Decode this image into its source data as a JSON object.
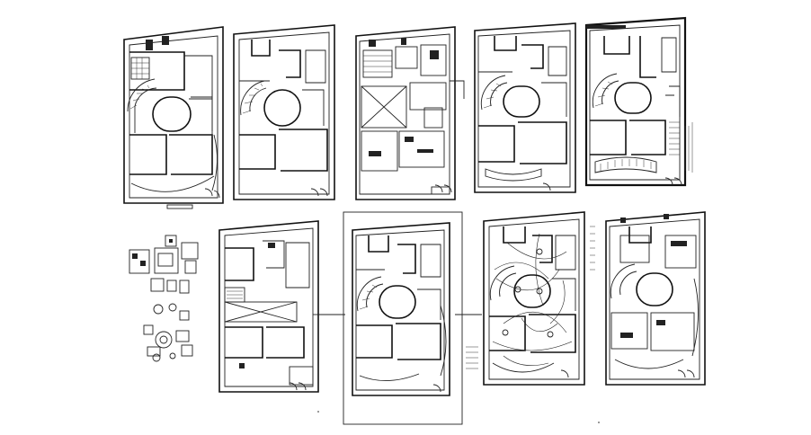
{
  "drawing": {
    "plans": [
      {
        "id": "plan-1",
        "kind": "ground-floor"
      },
      {
        "id": "plan-2",
        "kind": "first-floor"
      },
      {
        "id": "plan-3",
        "kind": "furniture-layout"
      },
      {
        "id": "plan-4",
        "kind": "second-floor"
      },
      {
        "id": "plan-5",
        "kind": "section-elevation"
      },
      {
        "id": "plan-6",
        "kind": "roof-plan"
      },
      {
        "id": "plan-7",
        "kind": "terrace-plan"
      },
      {
        "id": "plan-8",
        "kind": "electrical-layout"
      },
      {
        "id": "plan-9",
        "kind": "electrical-layout-2"
      }
    ],
    "line_color": "#111111",
    "background": "#ffffff"
  }
}
